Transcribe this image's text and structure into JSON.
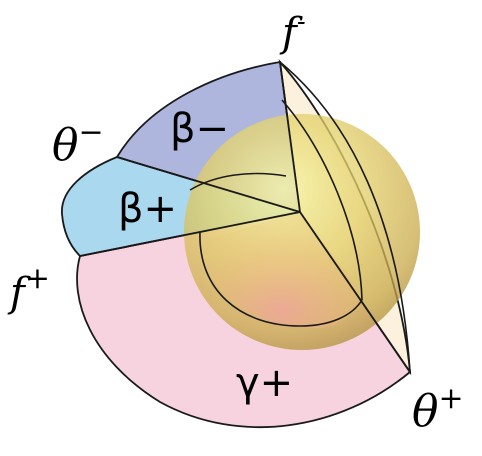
{
  "labels": {
    "f_minus": "f",
    "f_minus_sup": "-",
    "theta_minus": "θ",
    "theta_minus_sup": "−",
    "beta_minus": "β−",
    "beta_plus": "β+",
    "f_plus": "f",
    "f_plus_sup": "+",
    "gamma_plus": "γ+",
    "theta_plus": "θ",
    "theta_plus_sup": "+"
  },
  "colors": {
    "beta_minus_region": "#aeb6dd",
    "beta_plus_region": "#a9d8ef",
    "gamma_plus_region": "#f7d3e0",
    "wedge_region": "#fbf1dc",
    "sphere_highlight": "#f5f39a",
    "sphere_mid": "#e0c25c",
    "sphere_shadow": "#b89a3a",
    "outline": "#1a1a1a"
  }
}
